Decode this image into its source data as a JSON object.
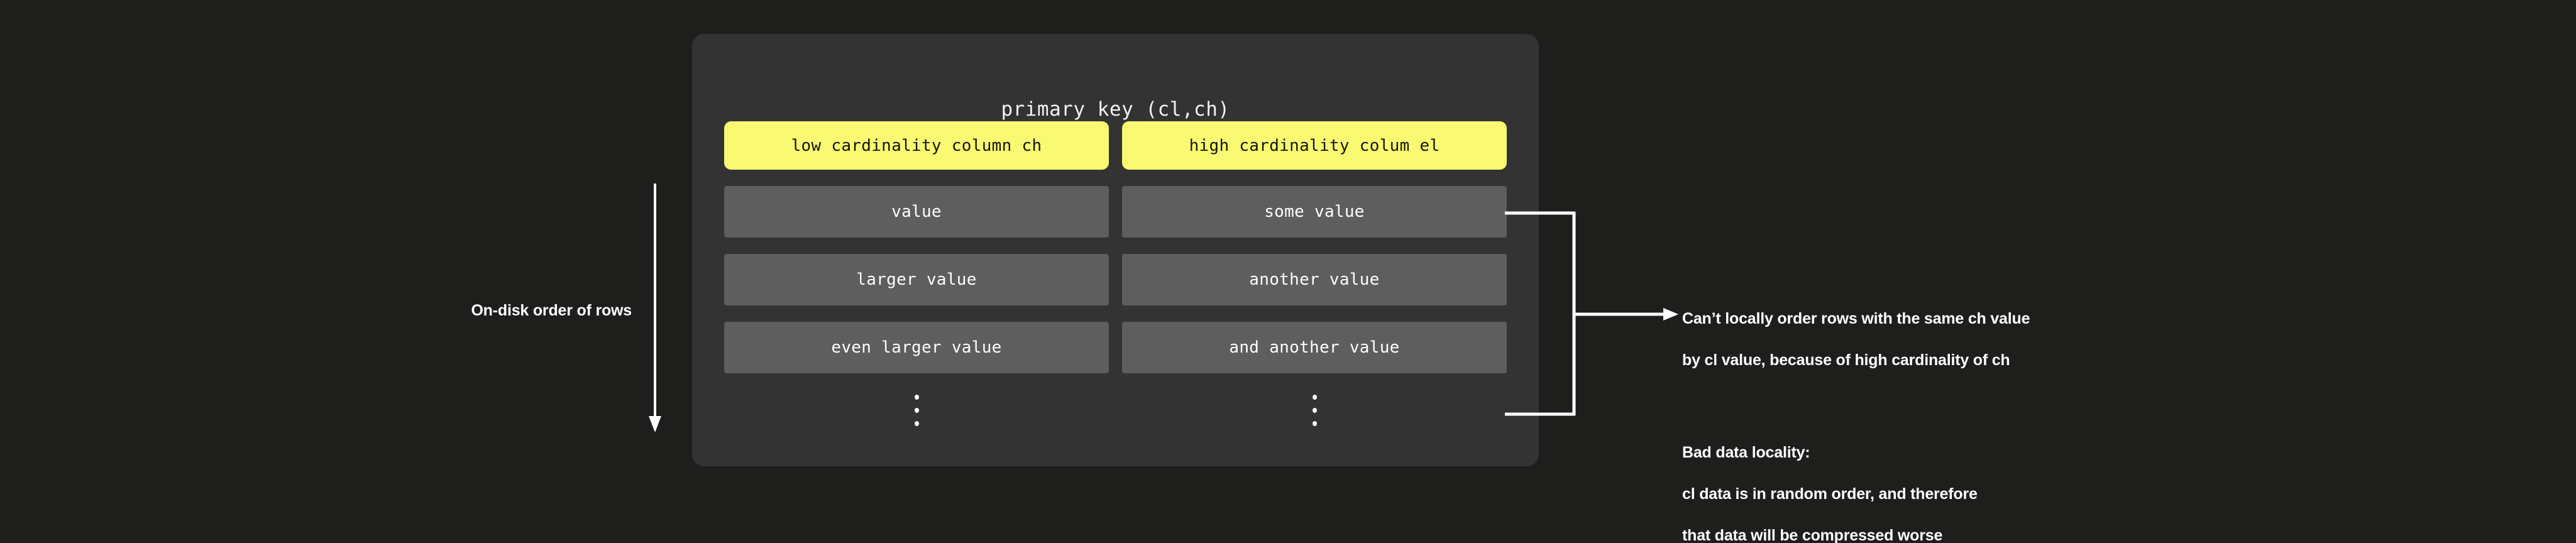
{
  "meta": {
    "background_color": "#1e1f1c",
    "card_color": "#333333",
    "accent_color": "#f9f972",
    "row_color": "#5e5e5e",
    "text_color": "#ffffff"
  },
  "card": {
    "title": "primary key (cl,ch)",
    "columns": [
      {
        "header": "low cardinality column ch",
        "cells": [
          "value",
          "larger value",
          "even larger value"
        ],
        "continuation": "⋮"
      },
      {
        "header": "high cardinality colum el",
        "cells": [
          "some value",
          "another value",
          "and another value"
        ],
        "continuation": "⋮"
      }
    ]
  },
  "left_annotation": {
    "label": "On-disk order of rows",
    "arrow_direction": "down"
  },
  "right_annotations": [
    {
      "lines": [
        "Can’t locally order rows with the same ch value",
        "by cl value, because of high cardinality of ch"
      ]
    },
    {
      "lines": [
        "Bad data locality:",
        "cl data is in random order, and therefore",
        "that data will be compressed worse"
      ]
    }
  ]
}
